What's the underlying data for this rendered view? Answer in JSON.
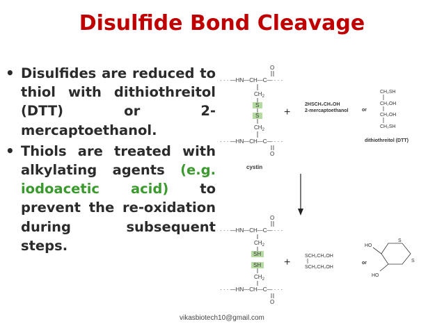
{
  "title": "Disulfide Bond Cleavage",
  "bullets": [
    {
      "text": "Disulfides are reduced to thiol with dithiothreitol (DTT) or 2- mercaptoethanol."
    },
    {
      "before": "Thiols are treated with alkylating agents ",
      "highlight": "(e.g. iodoacetic acid)",
      "after": " to prevent the re-oxidation during subsequent steps."
    }
  ],
  "diagram": {
    "backbone_top": "· · · —HN—CH—C— · · ·",
    "o_label": "O",
    "ch2_label": "CH",
    "two_sub": "2",
    "s_label": "S",
    "sh_label": "SH",
    "plus": "+",
    "mercapto_formula": "2HSCH₂CH₂OH",
    "mercapto_name": "2-mercaptoethanol",
    "or_label": "or",
    "dtt_lines": [
      "CH₂SH",
      "CH₂OH",
      "CH₂OH",
      "CH₂SH"
    ],
    "dtt_name": "dithiothreitol (DTT)",
    "cystin_label": "cystin",
    "product_lines": [
      "SCH₂CH₂OH",
      "SCH₂CH₂OH"
    ],
    "ho_label": "HO",
    "highlight_color": "#b5dba1"
  },
  "footer": "vikasbiotech10@gmail.com"
}
